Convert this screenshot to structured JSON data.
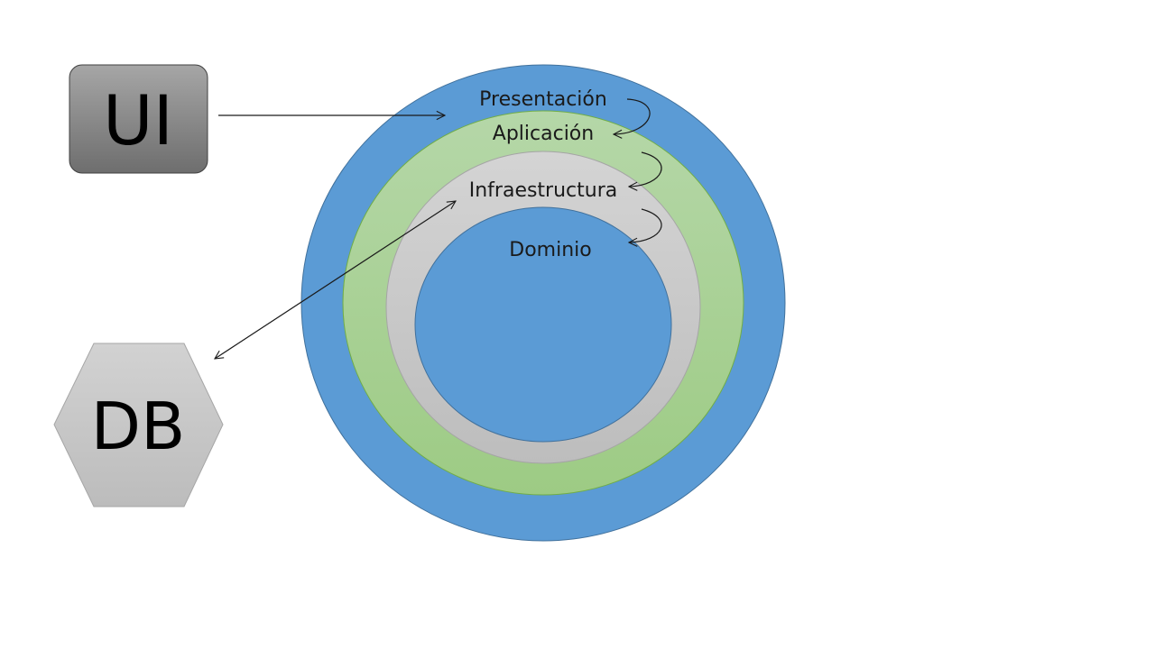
{
  "layers": {
    "presentation": {
      "label": "Presentación",
      "color": "#5b9bd5"
    },
    "application": {
      "label": "Aplicación",
      "color": "#a9d18e"
    },
    "infrastructure": {
      "label": "Infraestructura",
      "color": "#c9c9c9"
    },
    "domain": {
      "label": "Dominio",
      "color": "#5b9bd5"
    }
  },
  "nodes": {
    "ui": {
      "label": "UI",
      "color": "#7f7f7f"
    },
    "db": {
      "label": "DB",
      "color": "#c8c8c8"
    }
  }
}
